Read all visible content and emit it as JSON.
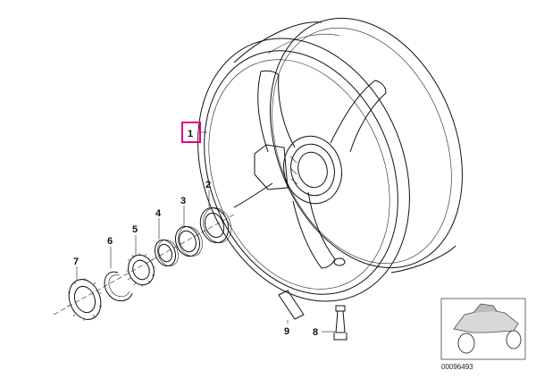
{
  "parts": [
    {
      "number": "1"
    },
    {
      "number": "2"
    },
    {
      "number": "3"
    },
    {
      "number": "4"
    },
    {
      "number": "5"
    },
    {
      "number": "6"
    },
    {
      "number": "7"
    },
    {
      "number": "8"
    },
    {
      "number": "9"
    }
  ],
  "highlighted_part": "1",
  "highlight_color": "#e6007e",
  "thumbnail": {
    "reference_code": "00096493"
  }
}
